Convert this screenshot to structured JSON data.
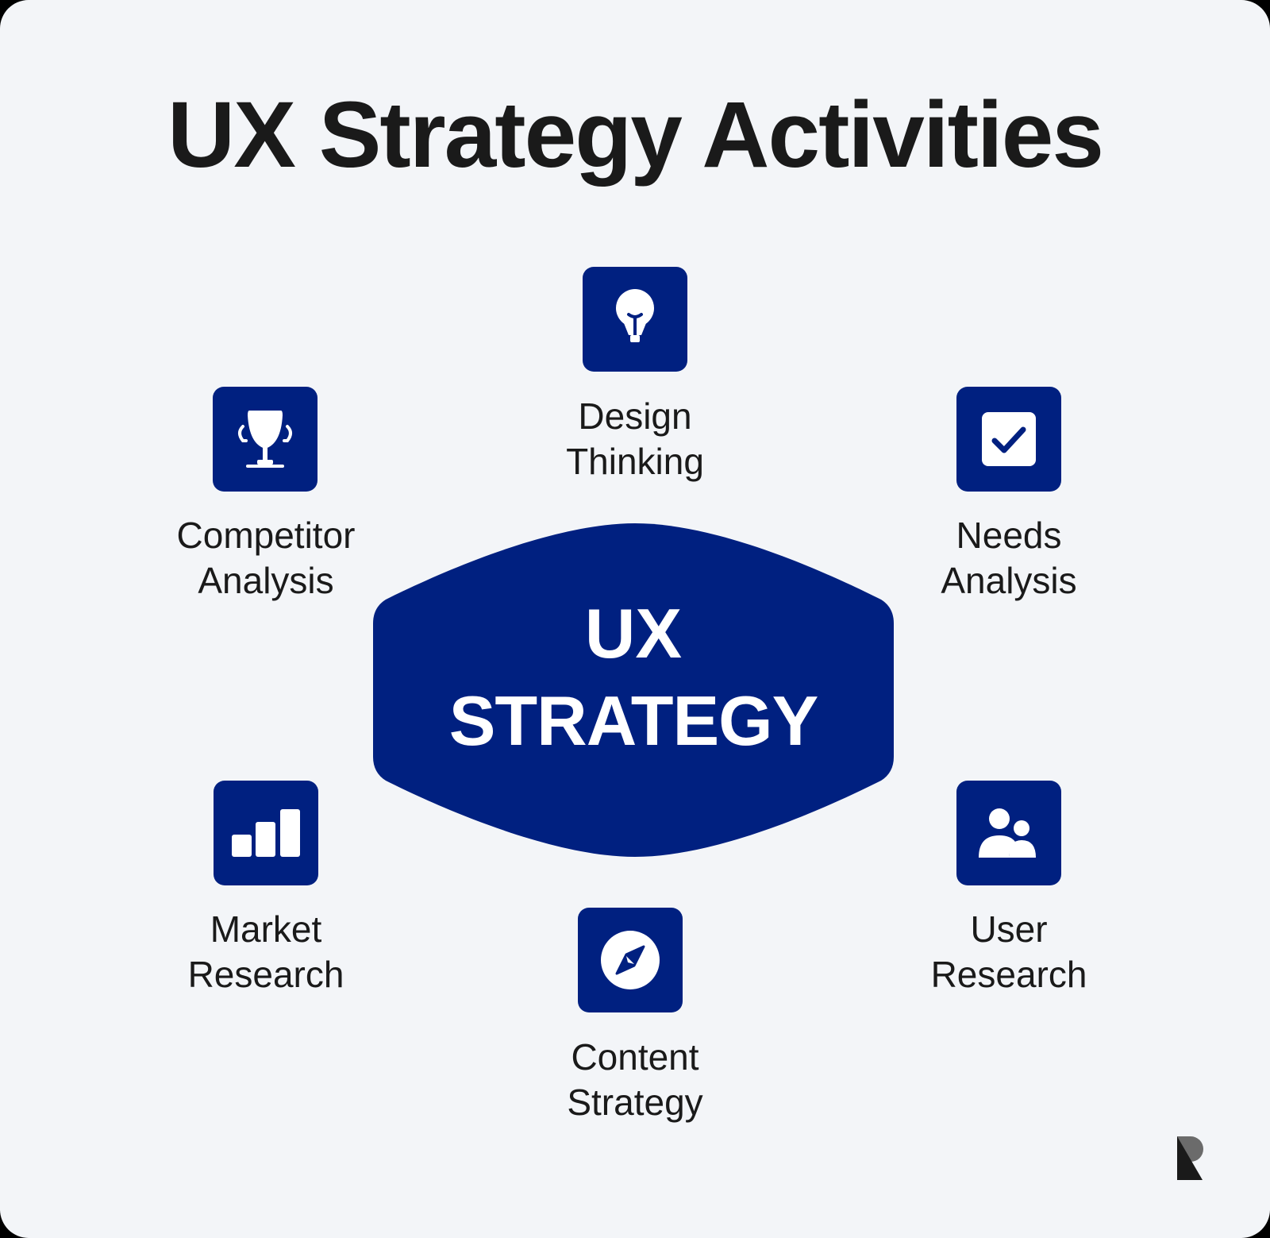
{
  "title": "UX Strategy Activities",
  "hub": {
    "line1": "UX",
    "line2": "STRATEGY"
  },
  "activities": [
    {
      "id": "design-thinking",
      "icon": "lightbulb-icon",
      "line1": "Design",
      "line2": "Thinking"
    },
    {
      "id": "needs-analysis",
      "icon": "checkbox-icon",
      "line1": "Needs",
      "line2": "Analysis"
    },
    {
      "id": "user-research",
      "icon": "users-icon",
      "line1": "User",
      "line2": "Research"
    },
    {
      "id": "content-strategy",
      "icon": "compass-icon",
      "line1": "Content",
      "line2": "Strategy"
    },
    {
      "id": "market-research",
      "icon": "bar-chart-icon",
      "line1": "Market",
      "line2": "Research"
    },
    {
      "id": "competitor-analysis",
      "icon": "trophy-icon",
      "line1": "Competitor",
      "line2": "Analysis"
    }
  ],
  "colors": {
    "background": "#f3f5f8",
    "accent": "#002080",
    "text": "#1a1a1a",
    "icon_fg": "#ffffff"
  },
  "brand": {
    "logo": "r-logo-icon"
  }
}
